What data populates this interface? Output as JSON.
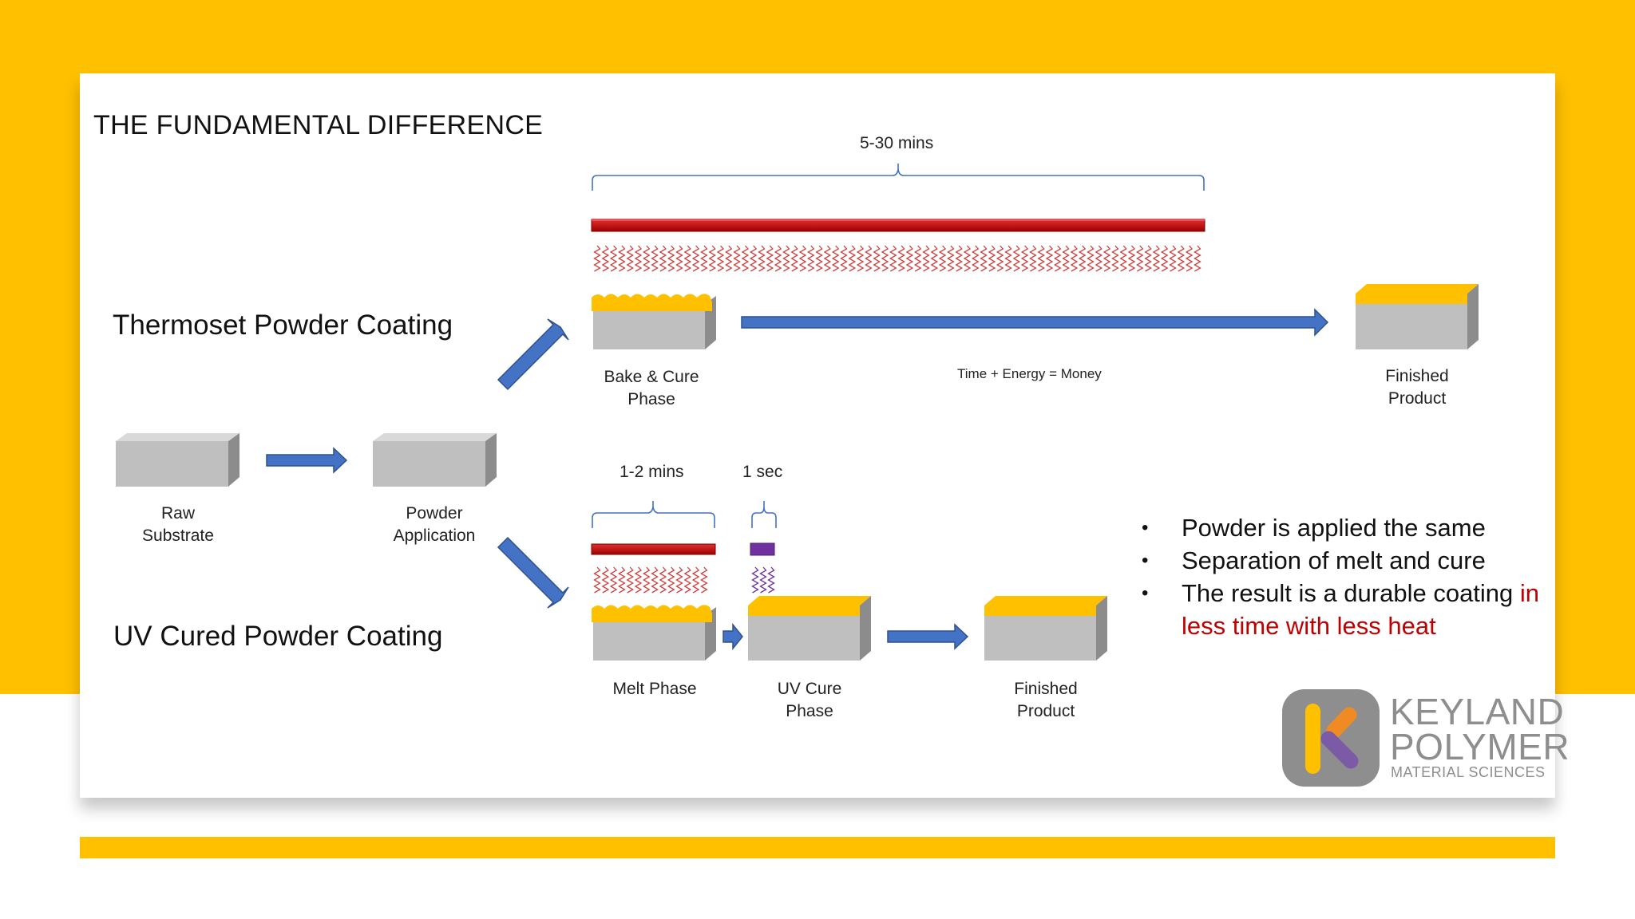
{
  "title": "THE FUNDAMENTAL DIFFERENCE",
  "sections": {
    "thermoset": "Thermoset Powder Coating",
    "uv": "UV Cured Powder Coating"
  },
  "steps": {
    "raw_substrate": "Raw\nSubstrate",
    "powder_application": "Powder\nApplication",
    "bake_cure": "Bake & Cure\nPhase",
    "finished_top": "Finished\nProduct",
    "melt_phase": "Melt Phase",
    "uv_cure": "UV Cure\nPhase",
    "finished_bottom": "Finished\nProduct"
  },
  "durations": {
    "thermoset": "5-30 mins",
    "melt": "1-2 mins",
    "uv": "1 sec"
  },
  "timeline_note": "Time + Energy = Money",
  "bullets": [
    {
      "text": "Powder is applied the same",
      "highlight": ""
    },
    {
      "text": "Separation of melt and cure",
      "highlight": ""
    },
    {
      "text": "The result is a durable coating ",
      "highlight": "in less time with less heat"
    }
  ],
  "logo": {
    "line1": "KEYLAND",
    "line2": "POLYMER",
    "line3": "MATERIAL SCIENCES"
  },
  "colors": {
    "accent": "#FFC000",
    "arrow": "#4472C4",
    "heat": "#C00000",
    "uv_lamp": "#7030A0",
    "block": "#BFBFBF"
  }
}
